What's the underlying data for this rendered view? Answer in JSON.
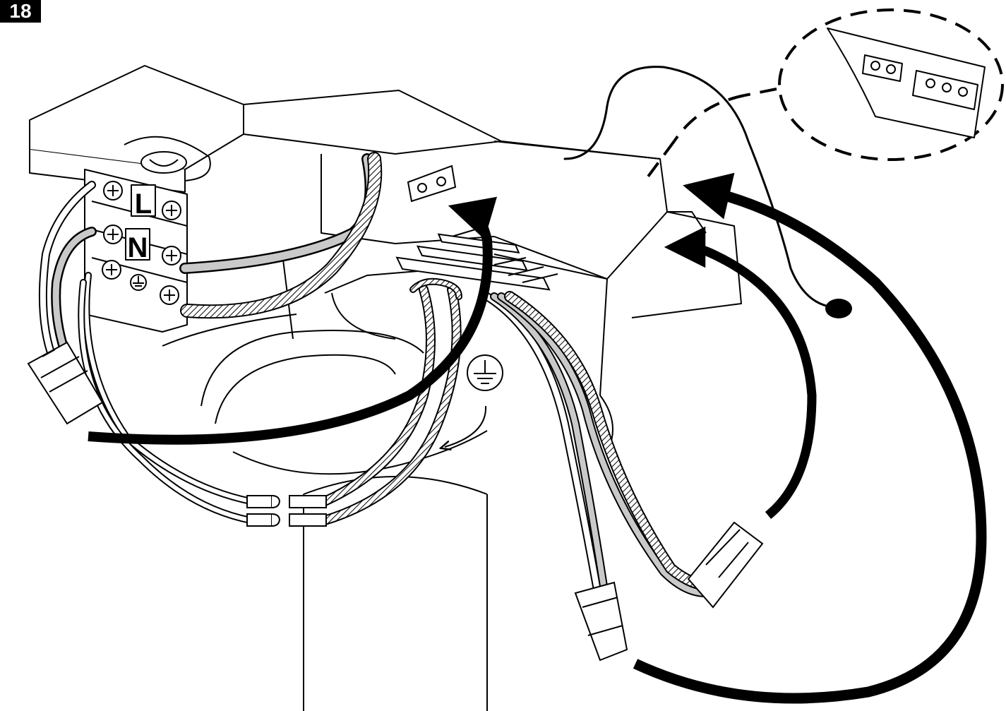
{
  "step": {
    "number": "18"
  },
  "terminal_block": {
    "live_label": "L",
    "neutral_label": "N",
    "earth_symbol": "protective-earth-icon"
  },
  "annotations": {
    "earth_symbol": "protective-earth-icon"
  },
  "colors": {
    "line": "#000000",
    "wire_grey": "#c9c9c9",
    "background": "#ffffff"
  }
}
